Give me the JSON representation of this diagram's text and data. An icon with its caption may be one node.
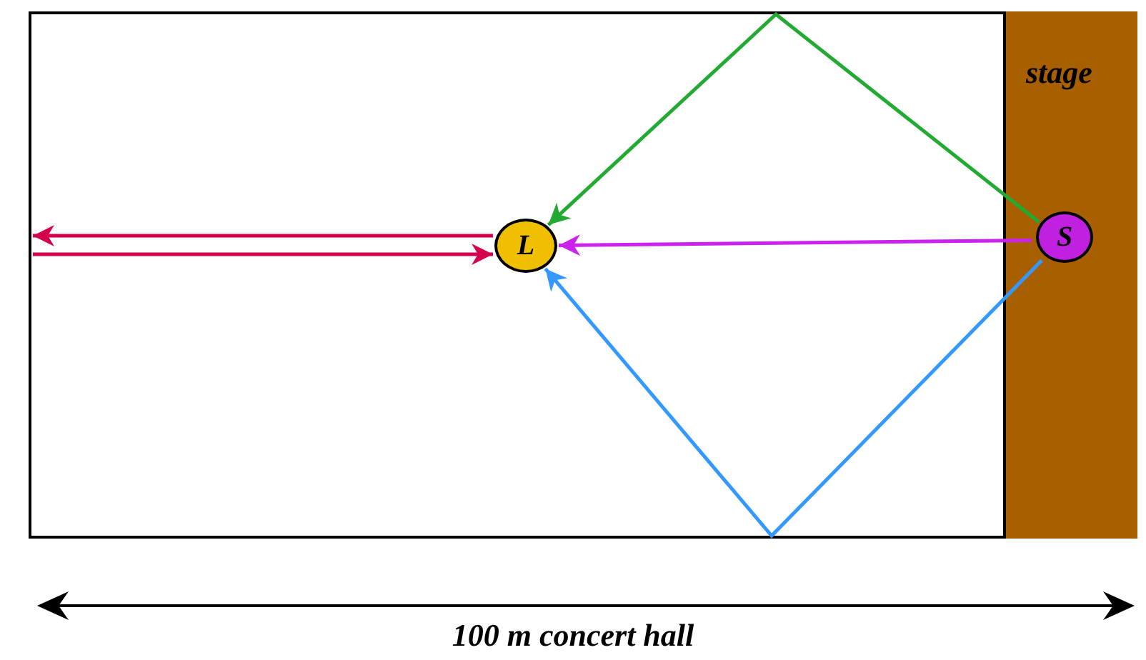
{
  "diagram": {
    "nodes": [
      {
        "text": [],
        "shape": "box"
      },
      {
        "text": [
          "stage"
        ],
        "in": 0
      },
      {
        "text": [
          "S"
        ],
        "in": 1
      },
      {
        "text": [
          "L"
        ],
        "in": 0
      }
    ],
    "edges": [
      {
        "from": 2,
        "to": 3,
        "arrow": "to",
        "color": "#cc22ee"
      },
      {
        "from": 2,
        "to": 3,
        "arrow": "to",
        "color": "#22aa33"
      },
      {
        "from": 2,
        "to": 3,
        "arrow": "to",
        "color": "#3399ff"
      },
      {
        "from": 3,
        "to": 0,
        "arrow": "to",
        "color": "#d4004c"
      },
      {
        "from": 0,
        "to": 3,
        "arrow": "to",
        "color": "#d4004c"
      }
    ],
    "labels": [
      "100 m concert hall"
    ]
  }
}
